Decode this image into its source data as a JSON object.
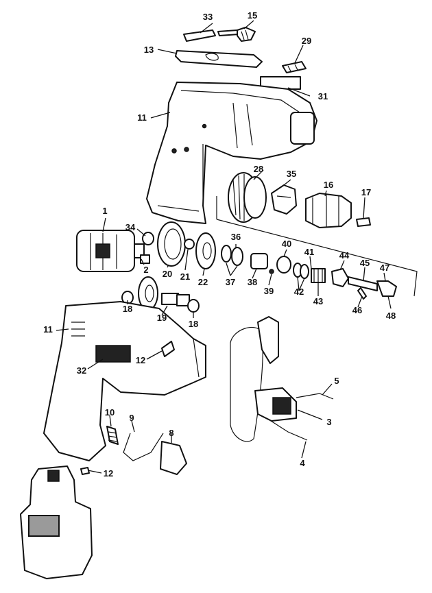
{
  "labels": {
    "p1": "1",
    "p2": "2",
    "p3": "3",
    "p4": "4",
    "p5": "5",
    "p8": "8",
    "p9": "9",
    "p10": "10",
    "p11a": "11",
    "p11b": "11",
    "p12a": "12",
    "p12b": "12",
    "p13": "13",
    "p15": "15",
    "p16": "16",
    "p17": "17",
    "p18a": "18",
    "p18b": "18",
    "p19": "19",
    "p20": "20",
    "p21": "21",
    "p22": "22",
    "p28": "28",
    "p29": "29",
    "p31": "31",
    "p32": "32",
    "p33": "33",
    "p34": "34",
    "p35": "35",
    "p36": "36",
    "p37": "37",
    "p38": "38",
    "p39": "39",
    "p40": "40",
    "p41": "41",
    "p42": "42",
    "p43": "43",
    "p44": "44",
    "p45": "45",
    "p46": "46",
    "p47": "47",
    "p48": "48"
  }
}
